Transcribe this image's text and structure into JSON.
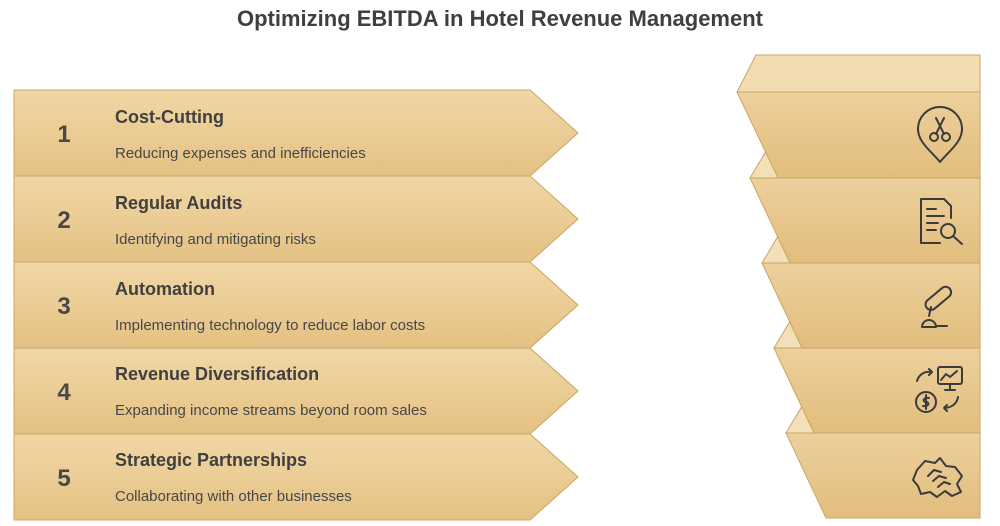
{
  "title": "Optimizing EBITDA in Hotel Revenue Management",
  "colors": {
    "band_fill": "#e8c68a",
    "band_light": "#f3dcb0",
    "band_stroke": "#c9a464",
    "text_dark": "#404040"
  },
  "steps": [
    {
      "number": "1",
      "title": "Cost-Cutting",
      "description": "Reducing expenses and inefficiencies",
      "icon": "scissors-pin-icon"
    },
    {
      "number": "2",
      "title": "Regular Audits",
      "description": "Identifying and mitigating risks",
      "icon": "document-search-icon"
    },
    {
      "number": "3",
      "title": "Automation",
      "description": "Implementing technology to reduce labor costs",
      "icon": "robot-arm-icon"
    },
    {
      "number": "4",
      "title": "Revenue Diversification",
      "description": "Expanding income streams beyond room sales",
      "icon": "revenue-exchange-icon"
    },
    {
      "number": "5",
      "title": "Strategic Partnerships",
      "description": "Collaborating with other businesses",
      "icon": "handshake-icon"
    }
  ]
}
